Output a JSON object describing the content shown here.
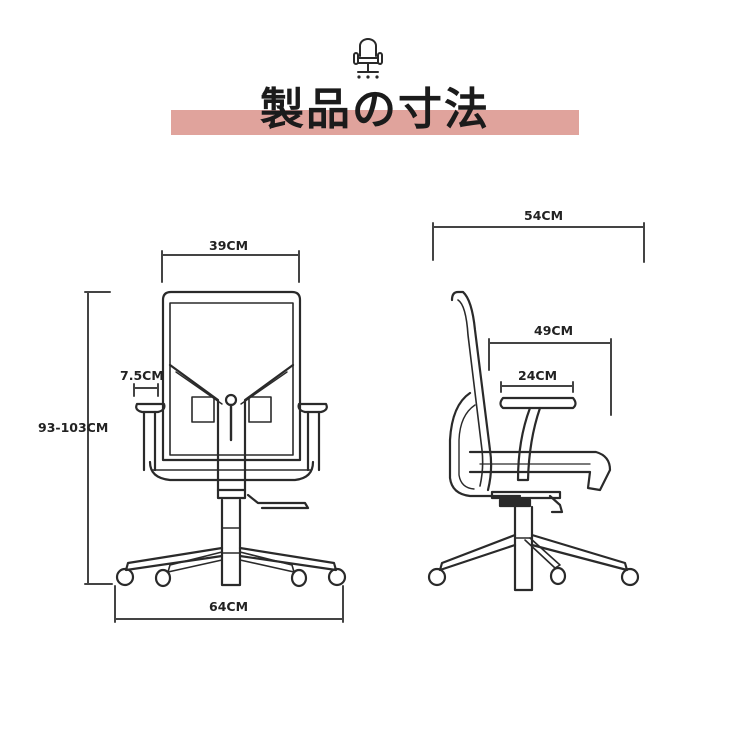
{
  "header": {
    "icon": "office-chair-icon",
    "title": "製品の寸法",
    "band_color": "#e0a39c"
  },
  "front_view": {
    "labels": {
      "backrest_width": "39CM",
      "armrest_pad_width": "7.5CM",
      "total_height": "93-103CM",
      "base_width": "64CM"
    }
  },
  "side_view": {
    "labels": {
      "total_depth": "54CM",
      "seat_depth": "49CM",
      "armrest_length": "24CM"
    }
  },
  "colors": {
    "line": "#2a2a2a",
    "dimension_line": "#444444",
    "band": "#e0a39c"
  }
}
